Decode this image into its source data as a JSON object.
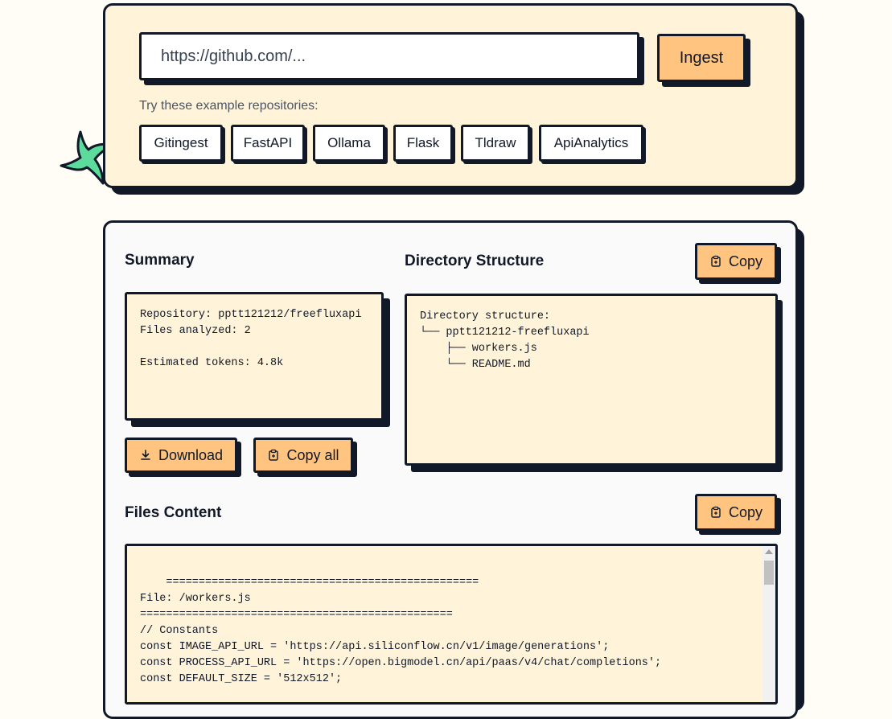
{
  "ingest": {
    "url_placeholder": "https://github.com/...",
    "button_label": "Ingest",
    "examples_label": "Try these example repositories:",
    "examples": [
      "Gitingest",
      "FastAPI",
      "Ollama",
      "Flask",
      "Tldraw",
      "ApiAnalytics"
    ]
  },
  "results": {
    "summary_title": "Summary",
    "summary_text": "Repository: pptt121212/freefluxapi\nFiles analyzed: 2\n\nEstimated tokens: 4.8k",
    "download_label": "Download",
    "copy_all_label": "Copy all",
    "directory_title": "Directory Structure",
    "directory_copy_label": "Copy",
    "directory_text": "Directory structure:\n└── pptt121212-freefluxapi\n    ├── workers.js\n    └── README.md",
    "files_title": "Files Content",
    "files_copy_label": "Copy",
    "files_text": "================================================\nFile: /workers.js\n================================================\n// Constants\nconst IMAGE_API_URL = 'https://api.siliconflow.cn/v1/image/generations';\nconst PROCESS_API_URL = 'https://open.bigmodel.cn/api/paas/v4/chat/completions';\nconst DEFAULT_SIZE = '512x512';"
  },
  "colors": {
    "page_bg": "#fffdf6",
    "card_bg": "#fff3da",
    "accent_button": "#ffc480",
    "border": "#111827",
    "star": "#5cdb9c"
  }
}
